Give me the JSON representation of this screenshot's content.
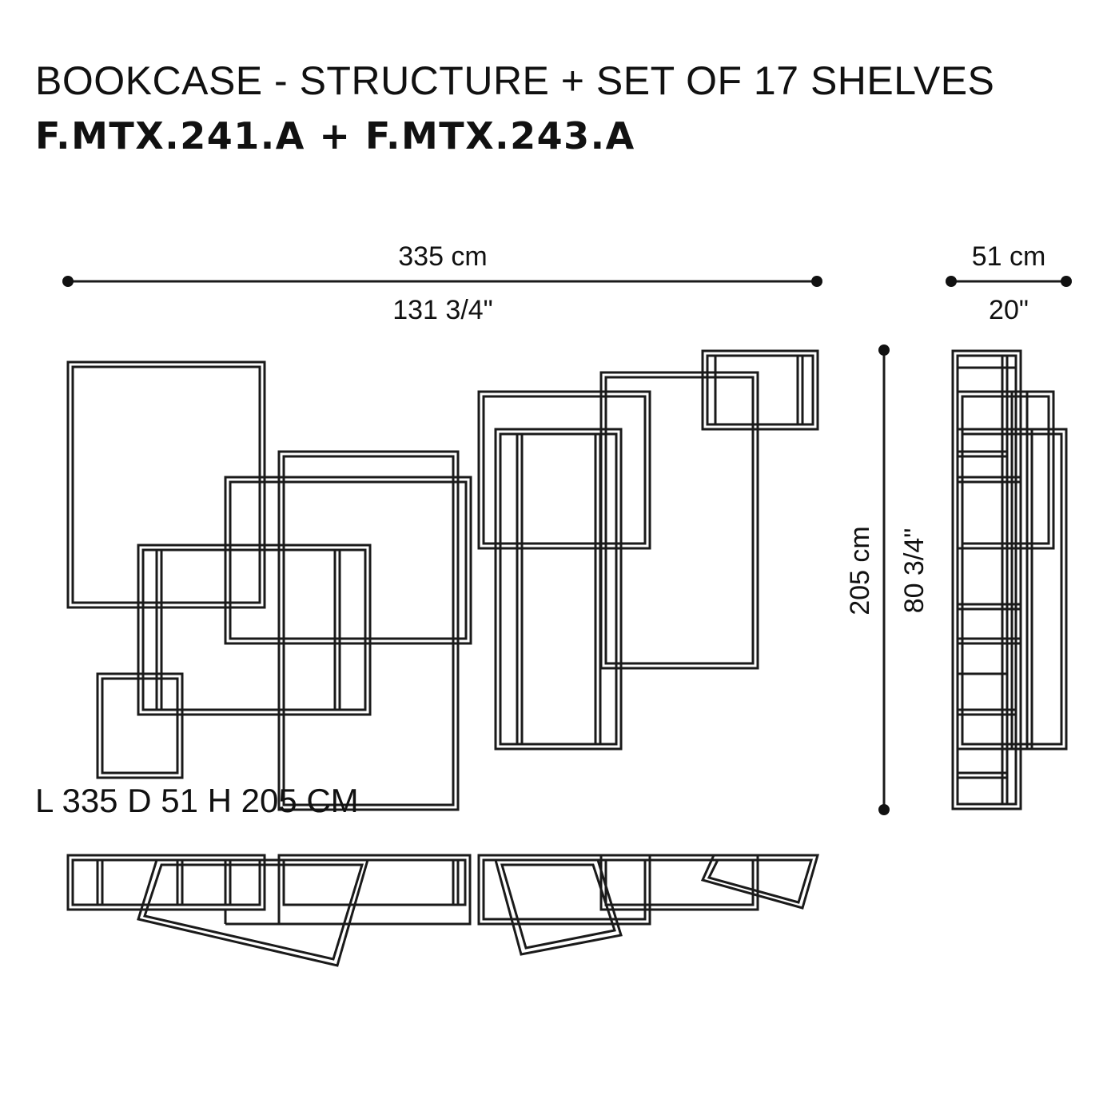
{
  "header": {
    "title": "BOOKCASE - STRUCTURE + SET OF 17 SHELVES",
    "codes": "F.MTX.241.A + F.MTX.243.A"
  },
  "dimensions": {
    "width_cm": "335 cm",
    "width_in": "131 3/4\"",
    "depth_cm": "51 cm",
    "depth_in": "20\"",
    "height_cm": "205 cm",
    "height_in": "80 3/4\""
  },
  "footer": {
    "summary": "L 335 D 51 H 205 CM"
  }
}
